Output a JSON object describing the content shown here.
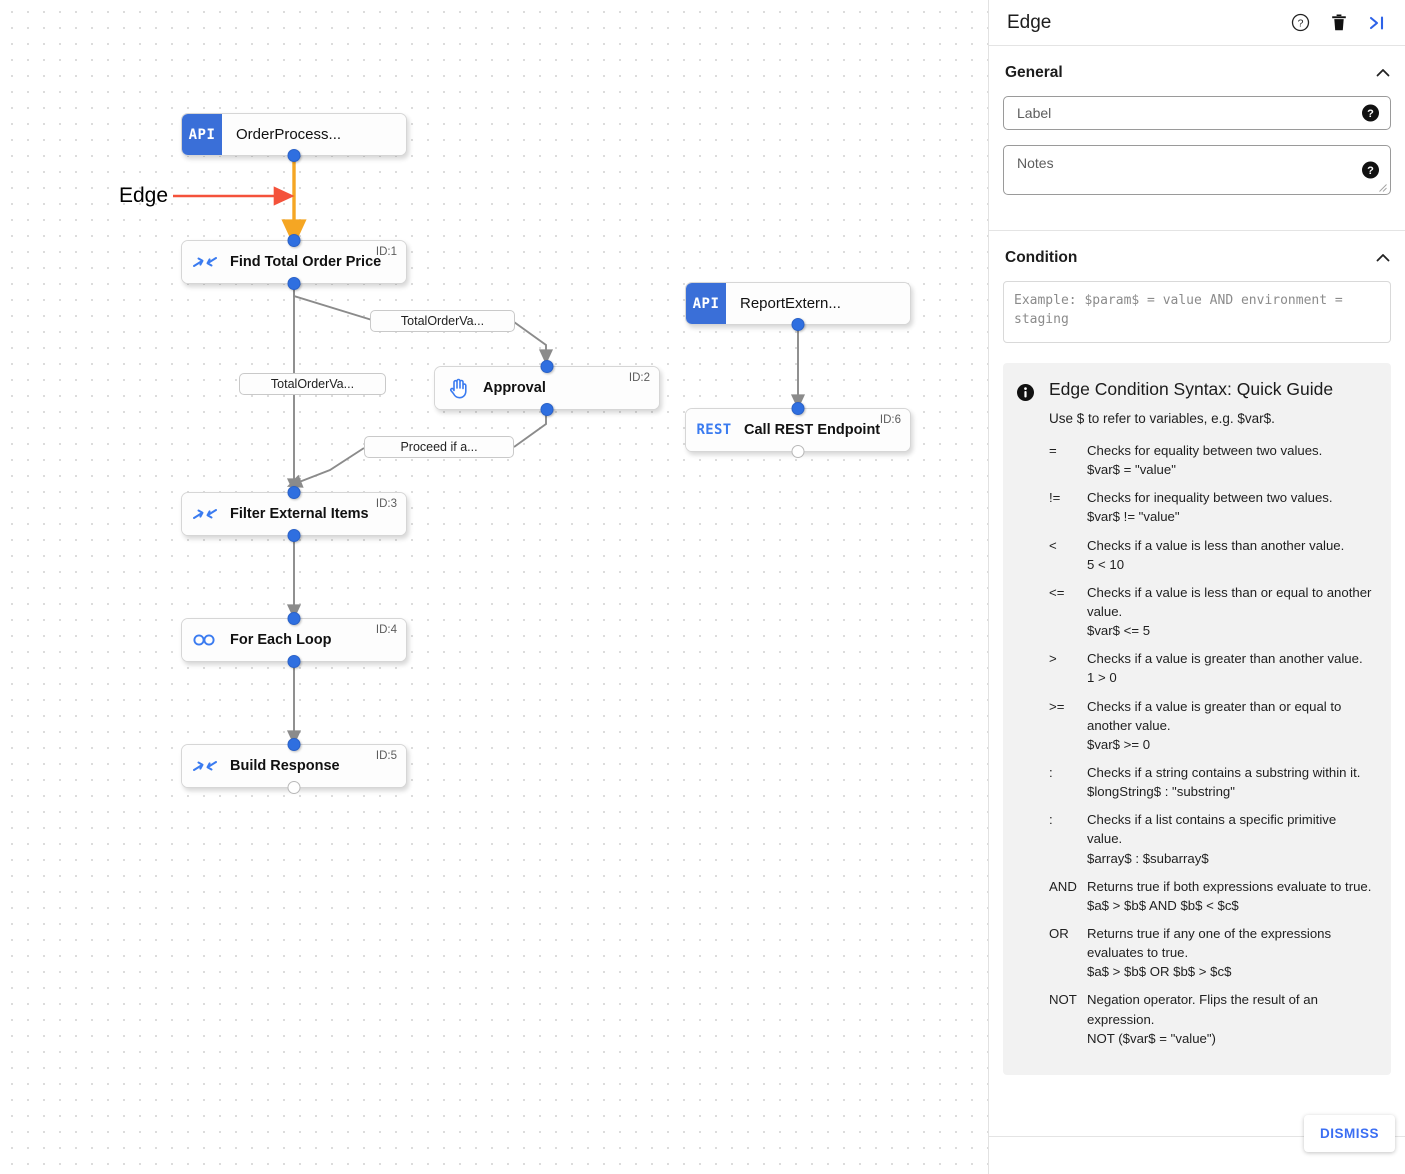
{
  "canvas": {
    "annotation": {
      "label": "Edge",
      "arrow_color": "#f4523b"
    },
    "highlight_edge_color": "#f5a623",
    "nodes": [
      {
        "id": "n0",
        "kind": "api",
        "badge": "API",
        "title": "OrderProcess...",
        "node_id": ""
      },
      {
        "id": "n1",
        "kind": "step",
        "icon": "merge-arrows-icon",
        "title": "Find Total Order Price",
        "node_id": "ID:1"
      },
      {
        "id": "n2",
        "kind": "step",
        "icon": "hand-icon",
        "title": "Approval",
        "node_id": "ID:2"
      },
      {
        "id": "n3",
        "kind": "step",
        "icon": "merge-arrows-icon",
        "title": "Filter External Items",
        "node_id": "ID:3"
      },
      {
        "id": "n4",
        "kind": "step",
        "icon": "infinity-icon",
        "title": "For Each Loop",
        "node_id": "ID:4"
      },
      {
        "id": "n5",
        "kind": "step",
        "icon": "merge-arrows-icon",
        "title": "Build Response",
        "node_id": "ID:5"
      },
      {
        "id": "n6",
        "kind": "api",
        "badge": "API",
        "title": "ReportExtern...",
        "node_id": ""
      },
      {
        "id": "n7",
        "kind": "rest",
        "badge": "REST",
        "title": "Call REST Endpoint",
        "node_id": "ID:6"
      }
    ],
    "edge_labels": [
      {
        "id": "e1",
        "text": "TotalOrderVa..."
      },
      {
        "id": "e2",
        "text": "TotalOrderVa..."
      },
      {
        "id": "e3",
        "text": "Proceed if a..."
      }
    ]
  },
  "panel": {
    "title": "Edge",
    "header_icons": [
      {
        "name": "help-circle-icon"
      },
      {
        "name": "trash-icon"
      },
      {
        "name": "collapse-panel-icon"
      }
    ],
    "general": {
      "section_title": "General",
      "label_field": {
        "placeholder": "Label",
        "value": ""
      },
      "notes_field": {
        "placeholder": "Notes",
        "value": ""
      }
    },
    "condition": {
      "section_title": "Condition",
      "placeholder": "Example: $param$ = value AND environment = staging",
      "value": ""
    },
    "guide": {
      "title": "Edge Condition Syntax: Quick Guide",
      "subtitle": "Use $ to refer to variables, e.g. $var$.",
      "operators": [
        {
          "op": "=",
          "desc": "Checks for equality between two values.",
          "example": "$var$ = \"value\""
        },
        {
          "op": "!=",
          "desc": "Checks for inequality between two values.",
          "example": "$var$ != \"value\""
        },
        {
          "op": "<",
          "desc": "Checks if a value is less than another value.",
          "example": "5 < 10"
        },
        {
          "op": "<=",
          "desc": "Checks if a value is less than or equal to another value.",
          "example": "$var$ <= 5"
        },
        {
          "op": ">",
          "desc": "Checks if a value is greater than another value.",
          "example": "1 > 0"
        },
        {
          "op": ">=",
          "desc": "Checks if a value is greater than or equal to another value.",
          "example": "$var$ >= 0"
        },
        {
          "op": ":",
          "desc": "Checks if a string contains a substring within it.",
          "example": "$longString$ : \"substring\""
        },
        {
          "op": ":",
          "desc": "Checks if a list contains a specific primitive value.",
          "example": "$array$ : $subarray$"
        },
        {
          "op": "AND",
          "desc": "Returns true if both expressions evaluate to true.",
          "example": "$a$ > $b$ AND $b$ < $c$"
        },
        {
          "op": "OR",
          "desc": "Returns true if any one of the expressions evaluates to true.",
          "example": "$a$ > $b$ OR $b$ > $c$"
        },
        {
          "op": "NOT",
          "desc": "Negation operator. Flips the result of an expression.",
          "example": "NOT ($var$ = \"value\")"
        }
      ]
    },
    "footer": {
      "dismiss_label": "DISMISS"
    }
  }
}
